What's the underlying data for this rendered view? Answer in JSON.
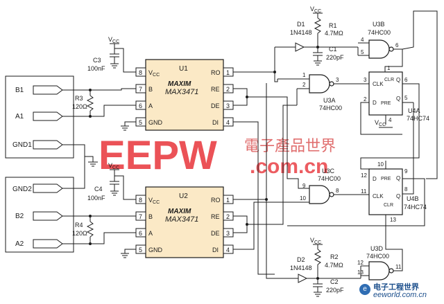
{
  "vcc": "V",
  "vcc_sub": "CC",
  "ground": "GND",
  "chip_u1": {
    "ref": "U1",
    "part": "MAX3471",
    "logo": "MAXIM",
    "pins_left": [
      {
        "num": "8",
        "name": "V",
        "sub": "CC"
      },
      {
        "num": "7",
        "name": "B"
      },
      {
        "num": "6",
        "name": "A"
      },
      {
        "num": "5",
        "name": "GND"
      }
    ],
    "pins_right": [
      {
        "num": "1",
        "name": "RO"
      },
      {
        "num": "2",
        "name": "RE"
      },
      {
        "num": "3",
        "name": "DE"
      },
      {
        "num": "4",
        "name": "DI"
      }
    ]
  },
  "chip_u2": {
    "ref": "U2",
    "part": "MAX3471",
    "logo": "MAXIM",
    "pins_left": [
      {
        "num": "8",
        "name": "V",
        "sub": "CC"
      },
      {
        "num": "7",
        "name": "B"
      },
      {
        "num": "6",
        "name": "A"
      },
      {
        "num": "5",
        "name": "GND"
      }
    ],
    "pins_right": [
      {
        "num": "1",
        "name": "RO"
      },
      {
        "num": "2",
        "name": "RE"
      },
      {
        "num": "3",
        "name": "DE"
      },
      {
        "num": "4",
        "name": "DI"
      }
    ]
  },
  "connectors_top": [
    "B1",
    "A1",
    "GND1"
  ],
  "connectors_bottom": [
    "GND2",
    "B2",
    "A2"
  ],
  "c3": {
    "ref": "C3",
    "val": "100nF"
  },
  "c4": {
    "ref": "C4",
    "val": "100nF"
  },
  "r3": {
    "ref": "R3",
    "val": "120Ω"
  },
  "r4": {
    "ref": "R4",
    "val": "120Ω"
  },
  "d1": {
    "ref": "D1",
    "val": "1N4148"
  },
  "d2": {
    "ref": "D2",
    "val": "1N4148"
  },
  "r1": {
    "ref": "R1",
    "val": "4.7MΩ"
  },
  "r2": {
    "ref": "R2",
    "val": "4.7MΩ"
  },
  "c1": {
    "ref": "C1",
    "val": "220pF"
  },
  "c2": {
    "ref": "C2",
    "val": "220pF"
  },
  "u3b": {
    "ref": "U3B",
    "part": "74HC00",
    "pins": [
      "4",
      "5",
      "6"
    ]
  },
  "u3a": {
    "ref": "U3A",
    "part": "74HC00",
    "pins": [
      "1",
      "2",
      "3"
    ]
  },
  "u3c": {
    "ref": "U3C",
    "part": "74HC00",
    "pins": [
      "9",
      "10",
      "8"
    ]
  },
  "u3d": {
    "ref": "U3D",
    "part": "74HC00",
    "pins": [
      "12",
      "13",
      "11"
    ]
  },
  "u4a": {
    "ref": "U4A",
    "part": "74HC74",
    "labels": {
      "clk": "CLK",
      "d": "D",
      "pre": "PRE",
      "clr": "CLR",
      "q": "Q",
      "qn": "Q"
    },
    "pins": {
      "clk": "3",
      "d": "2",
      "pre": "4",
      "clr": "1",
      "q": "5",
      "qn": "6"
    }
  },
  "u4b": {
    "ref": "U4B",
    "part": "74HC74",
    "labels": {
      "clk": "CLK",
      "d": "D",
      "pre": "PRE",
      "clr": "CLR",
      "q": "Q",
      "qn": "Q"
    },
    "pins": {
      "clk": "11",
      "d": "12",
      "pre": "10",
      "clr": "13",
      "q": "9",
      "qn": "8"
    }
  },
  "watermark": {
    "brand": "EEPW",
    "cn": "電子產品世界",
    "url": ".com.cn"
  },
  "footer": {
    "cn": "电子工程世界",
    "en": "eeworld.com.cn"
  }
}
